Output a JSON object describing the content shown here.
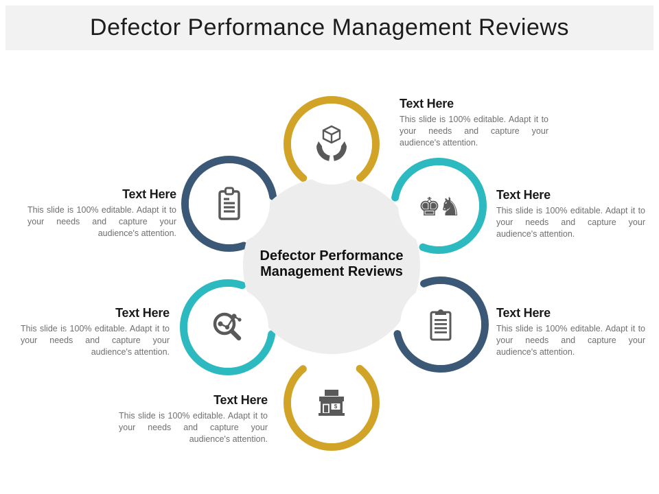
{
  "slide": {
    "title": "Defector Performance Management Reviews"
  },
  "center": {
    "label": "Defector Performance Management Reviews",
    "circle_color": "#EDEDED"
  },
  "items": [
    {
      "position": "top",
      "heading": "Text Here",
      "body": "This slide is 100% editable. Adapt it to your needs and capture your audience's attention.",
      "icon": "hands-holding-box-icon",
      "ring_color": "#D1A327"
    },
    {
      "position": "top-right",
      "heading": "Text Here",
      "body": "This slide is 100% editable. Adapt it to your needs and capture your audience's attention.",
      "icon": "chess-strategy-icon",
      "glyph": "♚♞",
      "ring_color": "#2CB9BF"
    },
    {
      "position": "bottom-right",
      "heading": "Text Here",
      "body": "This slide is 100% editable. Adapt it to your needs and capture your audience's attention.",
      "icon": "clipboard-checklist-icon",
      "ring_color": "#3B5977"
    },
    {
      "position": "bottom",
      "heading": "Text Here",
      "body": "This slide is 100% editable. Adapt it to your needs and capture your audience's attention.",
      "icon": "storefront-icon",
      "glyph": "$",
      "ring_color": "#D1A327"
    },
    {
      "position": "bottom-left",
      "heading": "Text Here",
      "body": "This slide is 100% editable. Adapt it to your needs and capture your audience's attention.",
      "icon": "data-analysis-magnifier-icon",
      "ring_color": "#2CB9BF"
    },
    {
      "position": "top-left",
      "heading": "Text Here",
      "body": "This slide is 100% editable. Adapt it to your needs and capture your audience's attention.",
      "icon": "clipboard-notes-icon",
      "ring_color": "#3B5977"
    }
  ],
  "colors": {
    "title_bar": "#F2F2F2",
    "title_text": "#1C1C1C",
    "heading_text": "#1A1A1A",
    "body_text": "#6F6F6F",
    "icon": "#595959",
    "center_circle": "#EDEDED",
    "ring_yellow": "#D1A327",
    "ring_teal": "#2CB9BF",
    "ring_navy": "#3B5977"
  }
}
